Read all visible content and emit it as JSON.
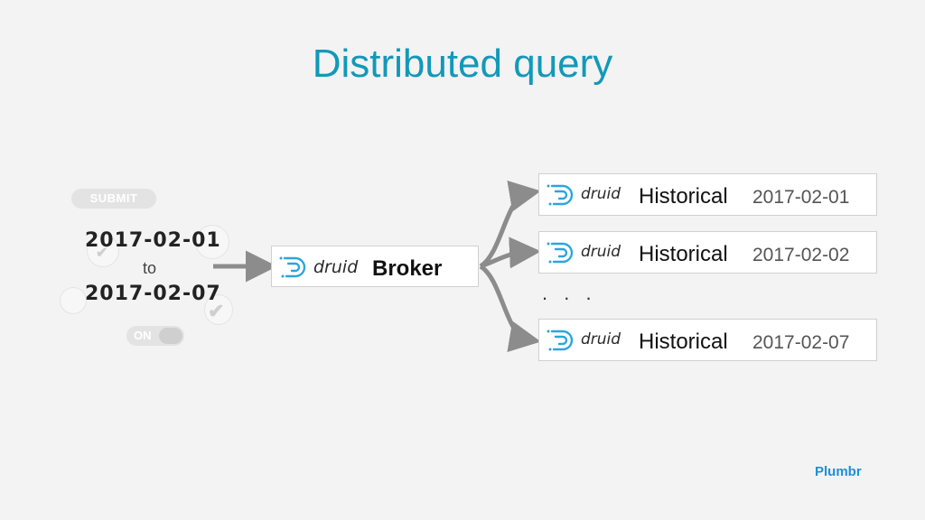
{
  "slide": {
    "title": "Distributed query",
    "brand": "Plumbr"
  },
  "query": {
    "submit_label": "SUBMIT",
    "toggle_label": "ON",
    "from_date": "2017-02-01",
    "connector": "to",
    "to_date": "2017-02-07"
  },
  "broker": {
    "logo_text": "druid",
    "label": "Broker"
  },
  "historicals": [
    {
      "logo_text": "druid",
      "label": "Historical",
      "date": "2017-02-01"
    },
    {
      "logo_text": "druid",
      "label": "Historical",
      "date": "2017-02-02"
    },
    {
      "logo_text": "druid",
      "label": "Historical",
      "date": "2017-02-07"
    }
  ],
  "ellipsis": ". . .",
  "colors": {
    "title": "#1199b9",
    "arrow": "#8c8c8c",
    "druid_logo": "#2ba6dc",
    "brand": "#1f8fd6"
  },
  "icons": [
    "druid-logo-icon",
    "check-icon"
  ]
}
